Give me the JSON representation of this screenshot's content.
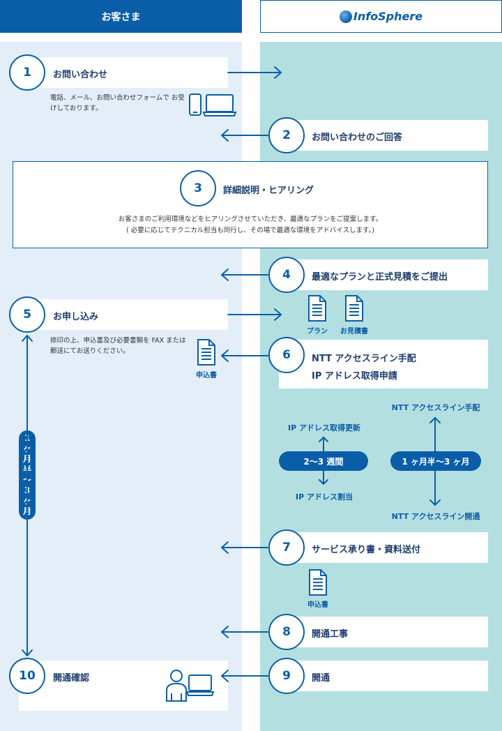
{
  "header": {
    "customer": "お客さま",
    "company": "InfoSphere"
  },
  "steps": [
    {
      "num": "1",
      "title": "お問い合わせ",
      "desc": "電話、メール、お問い合わせフォームで お受けしております。"
    },
    {
      "num": "2",
      "title": "お問い合わせのご回答"
    },
    {
      "num": "3",
      "title": "詳細説明・ヒアリング",
      "desc1": "お客さまのご利用環境などをヒアリングさせていただき、最適なプランをご提案します。",
      "desc2": "( 必要に応じてテクニカル担当も同行し、その場で最適な環境をアドバイスします。)"
    },
    {
      "num": "4",
      "title": "最適なプランと正式見積をご提出"
    },
    {
      "num": "5",
      "title": "お申し込み",
      "desc": "捺印の上、申込書及び必要書類を FAX または郵送にてお送りください。"
    },
    {
      "num": "6",
      "title_line1": "NTT アクセスライン手配",
      "title_line2": "IP アドレス取得申請"
    },
    {
      "num": "7",
      "title": "サービス承り書・資料送付"
    },
    {
      "num": "8",
      "title": "開通工事"
    },
    {
      "num": "9",
      "title": "開通"
    },
    {
      "num": "10",
      "title": "開通確認"
    }
  ],
  "docs": {
    "plan": "プラン",
    "estimate": "お見積書",
    "application": "申込書",
    "application2": "申込書"
  },
  "timeline": {
    "ip_update": "IP アドレス取得更新",
    "ip_weeks": "2〜3 週間",
    "ip_assign": "IP アドレス割当",
    "ntt_arrange": "NTT アクセスライン手配",
    "ntt_months": "1 ヶ月半〜3 ヶ月",
    "ntt_open": "NTT アクセスライン開通",
    "customer_period": "1ヶ月半〜3ヶ月"
  },
  "colors": {
    "primary": "#0a5ea8",
    "left_bg": "#e3eef8",
    "right_bg": "#b4dfe1"
  }
}
